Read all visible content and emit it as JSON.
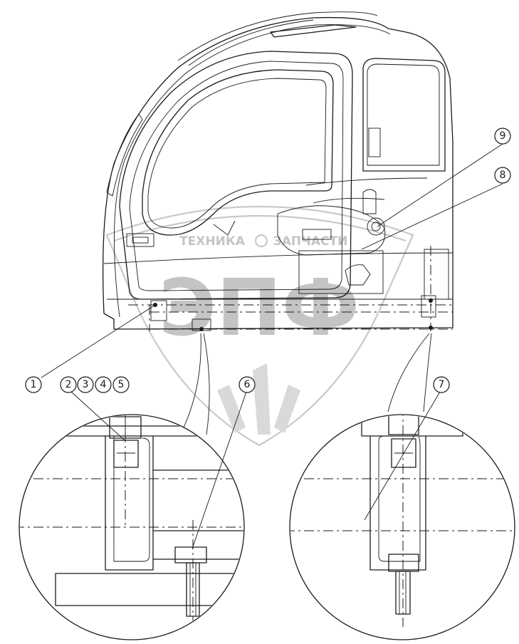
{
  "watermark": {
    "left_text": "ТЕХНИКА",
    "right_text": "ЗАПЧАСТИ",
    "monogram": "ЭПФ"
  },
  "callouts": [
    {
      "id": "c1",
      "label": "1"
    },
    {
      "id": "c2",
      "label": "2"
    },
    {
      "id": "c3",
      "label": "3"
    },
    {
      "id": "c4",
      "label": "4"
    },
    {
      "id": "c5",
      "label": "5"
    },
    {
      "id": "c6",
      "label": "6"
    },
    {
      "id": "c7",
      "label": "7"
    },
    {
      "id": "c8",
      "label": "8"
    },
    {
      "id": "c9",
      "label": "9"
    }
  ]
}
